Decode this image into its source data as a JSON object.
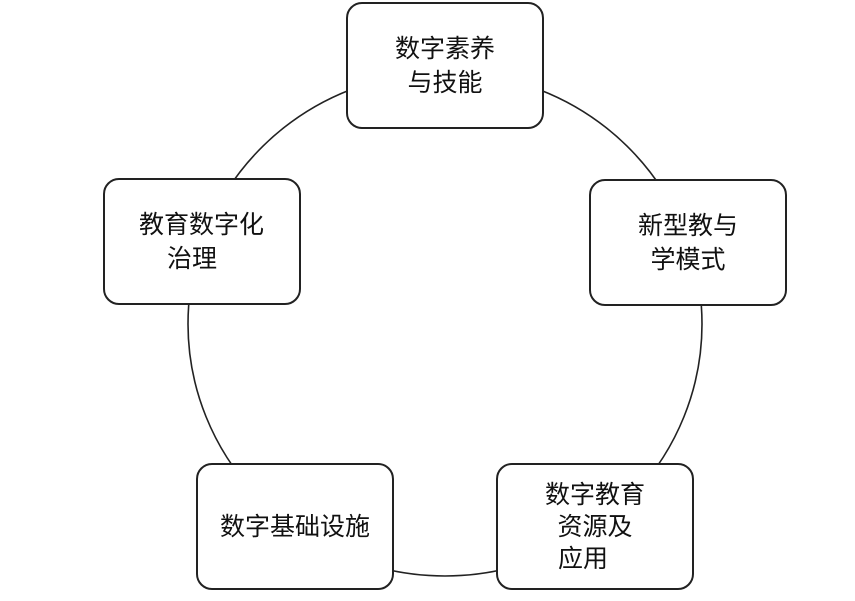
{
  "diagram": {
    "nodes": [
      {
        "id": "top",
        "lines": [
          "数字素养",
          "与技能"
        ]
      },
      {
        "id": "right",
        "lines": [
          "新型教与",
          "学模式"
        ]
      },
      {
        "id": "bottom-right",
        "lines": [
          "数字教育",
          "资源及",
          "应用"
        ]
      },
      {
        "id": "bottom-left",
        "lines": [
          "数字基础设施"
        ]
      },
      {
        "id": "left",
        "lines": [
          "教育数字化",
          "治理"
        ]
      }
    ],
    "colors": {
      "stroke": "#222222",
      "text": "#111111",
      "fill": "#ffffff"
    }
  }
}
